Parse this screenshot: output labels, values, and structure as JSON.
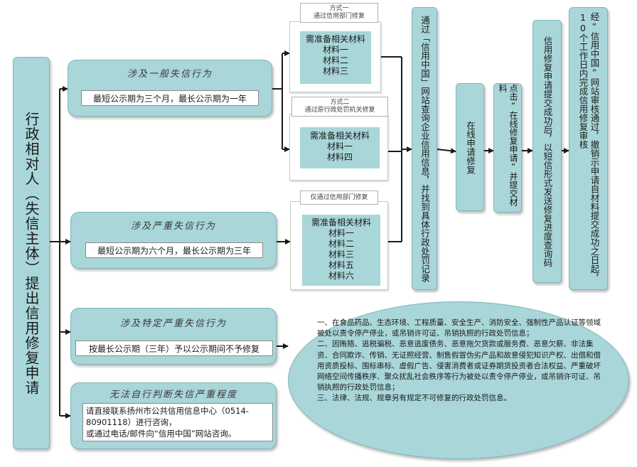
{
  "left_title": "行政相对人（失信主体）提出信用修复申请",
  "categories": [
    {
      "title": "涉及一般失信行为",
      "detail": "最短公示期为三个月，最长公示期为一年"
    },
    {
      "title": "涉及严重失信行为",
      "detail": "最短公示期为六个月，最长公示期为三年"
    },
    {
      "title": "涉及特定严重失信行为",
      "detail": "按最长公示期（三年）予以公示期间不予修复"
    },
    {
      "title": "无法自行判断失信严重程度",
      "detail": "请直接联系扬州市公共信用信息中心（0514-80901118）进行咨询，\n或通过电话/邮件向“信用中国”网站咨询。"
    }
  ],
  "methods": [
    {
      "label_line1": "方式一",
      "label_line2": "通过信用部门修复",
      "materials": [
        "需准备相关材料",
        "材料一",
        "材料二",
        "材料三"
      ]
    },
    {
      "label_line1": "方式二",
      "label_line2": "通过原行政处罚机关修复",
      "materials": [
        "需准备相关材料",
        "材料一",
        "材料四"
      ]
    },
    {
      "label_line1": "仅通过信用部门修复",
      "label_line2": "",
      "materials": [
        "需准备相关材料",
        "材料一",
        "材料二",
        "材料三",
        "材料五",
        "材料六"
      ]
    }
  ],
  "steps": [
    "通过「信用中国」网站查询企业信用信息，并找到具体行政处罚记录",
    "在线申请修复",
    "点击“在线修复申请”并提交材料",
    "信用修复申请提交成功后，以短信形式发送修复进度查询码",
    "经“信用中国”网站审核通过，撤销示申请自材料提交成功之日起，10个工作日内完成信用修复审核"
  ],
  "info_text": "一、在食品药品、生态环境、工程质量、安全生产、消防安全、强制性产品认证等领域被处以责令停产停业，或吊销许可证、吊销执照的行政处罚信息；\n二、因贿赂、逃税骗税、恶意逃废债务、恶意拖欠货款或服务费、恶意欠薪、非法集资、合同欺诈、传销、无证照经营、制售假冒伪劣产品和故意侵犯知识产权、出借和借用资质投标、围标串标、虚假广告、侵害消费者或证券期货投资者合法权益、严重破坏网络空间传播秩序、聚众扰乱社会秩序等行为被处以责令停产停业，或吊销许可证、吊销执照的行政处罚信息；\n三、法律、法规、规章另有规定不可修复的行政处罚信息。",
  "colors": {
    "box_fill": "#a9d6d9",
    "box_border": "#7fb5b9",
    "line": "#1a1a1a"
  }
}
